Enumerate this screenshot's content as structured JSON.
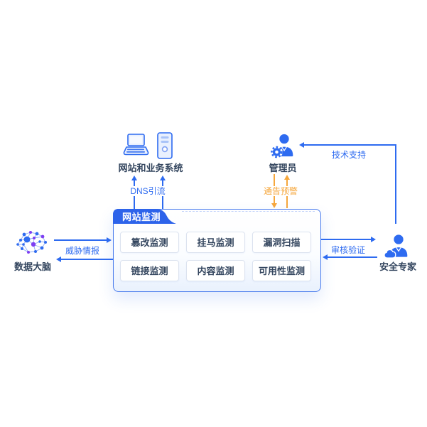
{
  "diagram": {
    "monitor_box": {
      "title": "网站监测",
      "modules": [
        "篡改监测",
        "挂马监测",
        "漏洞扫描",
        "链接监测",
        "内容监测",
        "可用性监测"
      ]
    },
    "nodes": {
      "web_systems": {
        "label": "网站和业务系统",
        "icons": [
          "laptop-icon",
          "server-tower-icon"
        ]
      },
      "admin": {
        "label": "管理员",
        "icons": [
          "admin-user-gear-icon"
        ]
      },
      "data_brain": {
        "label": "数据大脑",
        "icons": [
          "network-brain-icon"
        ]
      },
      "security_expert": {
        "label": "安全专家",
        "icons": [
          "expert-user-cloud-icon"
        ]
      }
    },
    "flows": {
      "dns": {
        "label": "DNS引流"
      },
      "notify": {
        "label": "通告预警"
      },
      "support": {
        "label": "技术支持"
      },
      "threat": {
        "label": "威胁情报"
      },
      "audit": {
        "label": "审核验证"
      }
    },
    "colors": {
      "blue": "#2E6BF0",
      "tab_blue": "#2D63EA",
      "orange": "#F6A73C",
      "text": "#33455E",
      "card_border": "#DCE3EF",
      "box_border": "#4A7CED"
    }
  }
}
